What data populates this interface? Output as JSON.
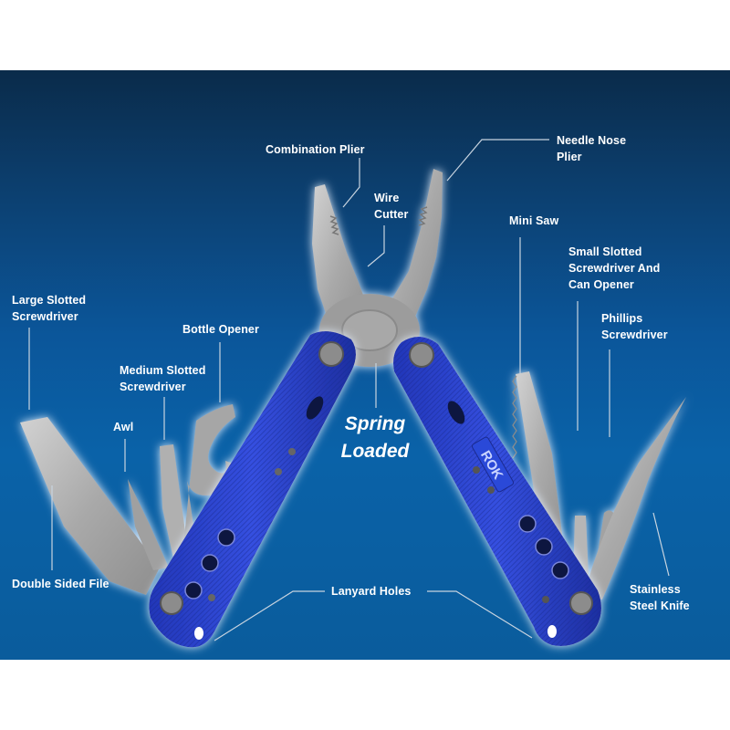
{
  "colors": {
    "background_top": "#0a2b4a",
    "background_bottom": "#0a62a8",
    "handle_blue": "#2a3fc4",
    "steel": "#b4b4b4",
    "label_text": "#ffffff",
    "leader_line": "#c8d4e0"
  },
  "product": {
    "brand_mark": "ROK",
    "feature_text": "Spring\nLoaded"
  },
  "callouts": {
    "combination_plier": "Combination Plier",
    "wire_cutter": "Wire\nCutter",
    "needle_nose_plier": "Needle Nose\nPlier",
    "mini_saw": "Mini Saw",
    "small_slotted": "Small Slotted\nScrewdriver And\nCan Opener",
    "phillips": "Phillips\nScrewdriver",
    "large_slotted": "Large Slotted\nScrewdriver",
    "bottle_opener": "Bottle Opener",
    "medium_slotted": "Medium Slotted\nScrewdriver",
    "awl": "Awl",
    "double_sided_file": "Double Sided File",
    "lanyard_holes": "Lanyard Holes",
    "stainless_knife": "Stainless\nSteel Knife"
  }
}
